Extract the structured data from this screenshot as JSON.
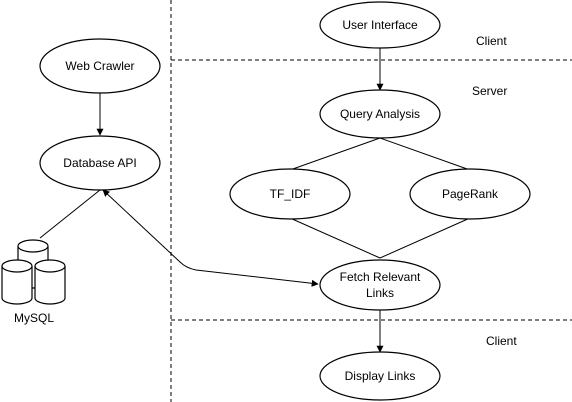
{
  "regions": {
    "client_top": "Client",
    "server": "Server",
    "client_bottom": "Client"
  },
  "nodes": {
    "web_crawler": "Web Crawler",
    "database_api": "Database API",
    "user_interface": "User Interface",
    "query_analysis": "Query Analysis",
    "tf_idf": "TF_IDF",
    "pagerank": "PageRank",
    "fetch_relevant_links": [
      "Fetch Relevant",
      "Links"
    ],
    "display_links": "Display Links",
    "mysql": "MySQL"
  }
}
